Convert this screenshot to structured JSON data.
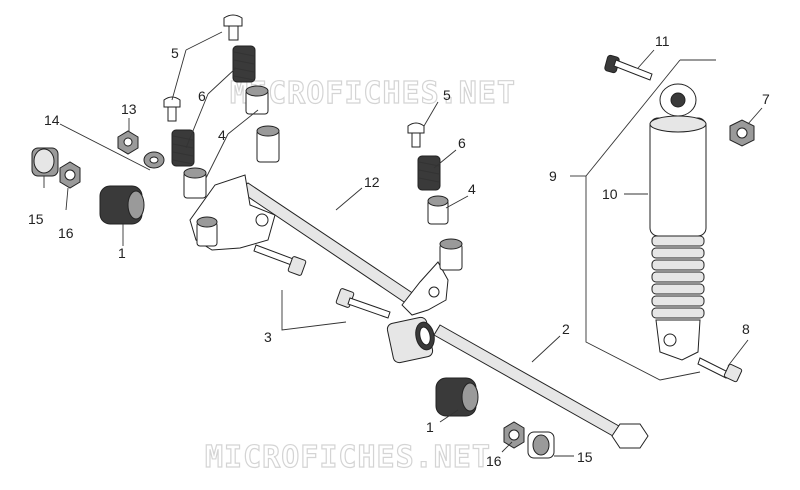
{
  "watermark": "MICROFICHES.NET",
  "callouts": [
    {
      "id": "5a",
      "text": "5"
    },
    {
      "id": "6a",
      "text": "6"
    },
    {
      "id": "4a",
      "text": "4"
    },
    {
      "id": "13",
      "text": "13"
    },
    {
      "id": "14",
      "text": "14"
    },
    {
      "id": "15a",
      "text": "15"
    },
    {
      "id": "16a",
      "text": "16"
    },
    {
      "id": "1a",
      "text": "1"
    },
    {
      "id": "12",
      "text": "12"
    },
    {
      "id": "5b",
      "text": "5"
    },
    {
      "id": "6b",
      "text": "6"
    },
    {
      "id": "4b",
      "text": "4"
    },
    {
      "id": "3",
      "text": "3"
    },
    {
      "id": "2",
      "text": "2"
    },
    {
      "id": "1b",
      "text": "1"
    },
    {
      "id": "16b",
      "text": "16"
    },
    {
      "id": "15b",
      "text": "15"
    },
    {
      "id": "11",
      "text": "11"
    },
    {
      "id": "7",
      "text": "7"
    },
    {
      "id": "9",
      "text": "9"
    },
    {
      "id": "10",
      "text": "10"
    },
    {
      "id": "8",
      "text": "8"
    }
  ]
}
